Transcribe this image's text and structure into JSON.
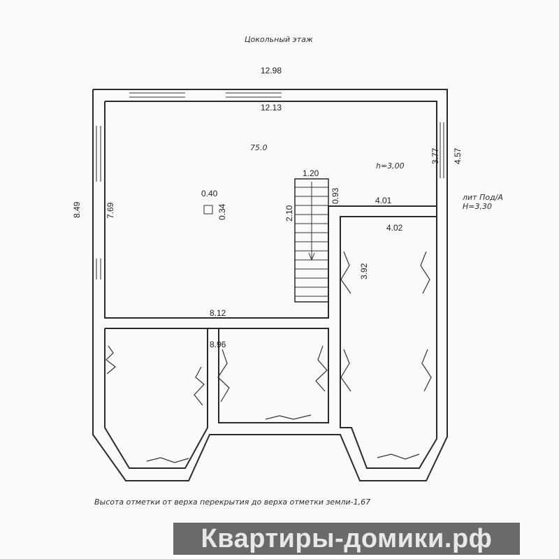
{
  "title": "Цокольный этаж",
  "dimensions": {
    "outer_width": "12.98",
    "inner_width": "12.13",
    "room_area": "75.0",
    "height_main": "h=3,00",
    "right_small": "3.77",
    "right_outer": "4.57",
    "stair_width": "1.20",
    "stair_gap": "0.93",
    "stair_length": "2.10",
    "corridor_wall": "4.01",
    "right_room_width": "4.02",
    "right_room_height": "3.92",
    "column_w": "0.40",
    "column_h": "0.34",
    "left_outer": "8.49",
    "left_inner": "7.69",
    "bottom_wall": "8.12",
    "middle_span": "8.96"
  },
  "annotation_lit": "лит Под/А",
  "annotation_h": "H=3,30",
  "footer_note": "Высота отметки от верха перекрытия до верха отметки земли-1,67",
  "watermark": "Квартиры-домики.рф"
}
